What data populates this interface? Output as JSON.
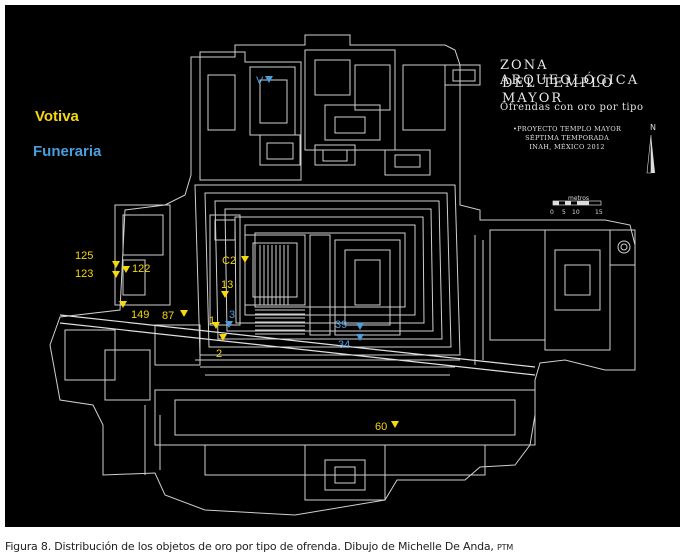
{
  "title": {
    "line1": "ZONA ARQUEOLÓGICA",
    "line2": "DEL TEMPLO MAYOR"
  },
  "subtitle": "Ofrendas con oro por tipo",
  "credits": [
    "•PROYECTO TEMPLO MAYOR",
    "SÉPTIMA TEMPORADA",
    "INAH, MÉXICO 2012"
  ],
  "legend": [
    {
      "label": "Votiva",
      "color": "#f5d90a"
    },
    {
      "label": "Funeraria",
      "color": "#4a9ede"
    }
  ],
  "scale": {
    "title": "metros",
    "ticks": [
      "0",
      "5",
      "10",
      "15"
    ]
  },
  "north_label": "N",
  "colors": {
    "votiva": "#f5d90a",
    "funeraria": "#4a9ede",
    "plan_lines": "#cfcfcf",
    "background": "#000000"
  },
  "offerings": [
    {
      "id": "V",
      "type": "funeraria"
    },
    {
      "id": "125",
      "type": "votiva"
    },
    {
      "id": "123",
      "type": "votiva"
    },
    {
      "id": "122",
      "type": "votiva"
    },
    {
      "id": "149",
      "type": "votiva"
    },
    {
      "id": "87",
      "type": "votiva"
    },
    {
      "id": "C2",
      "type": "votiva"
    },
    {
      "id": "13",
      "type": "votiva"
    },
    {
      "id": "1",
      "type": "votiva"
    },
    {
      "id": "3",
      "type": "funeraria"
    },
    {
      "id": "2",
      "type": "votiva"
    },
    {
      "id": "39",
      "type": "funeraria"
    },
    {
      "id": "34",
      "type": "funeraria"
    },
    {
      "id": "60",
      "type": "votiva"
    }
  ],
  "caption": {
    "main": "Figura 8. Distribución de los objetos de oro por tipo de ofrenda. Dibujo de Michelle De Anda, ",
    "small": "PTM"
  }
}
